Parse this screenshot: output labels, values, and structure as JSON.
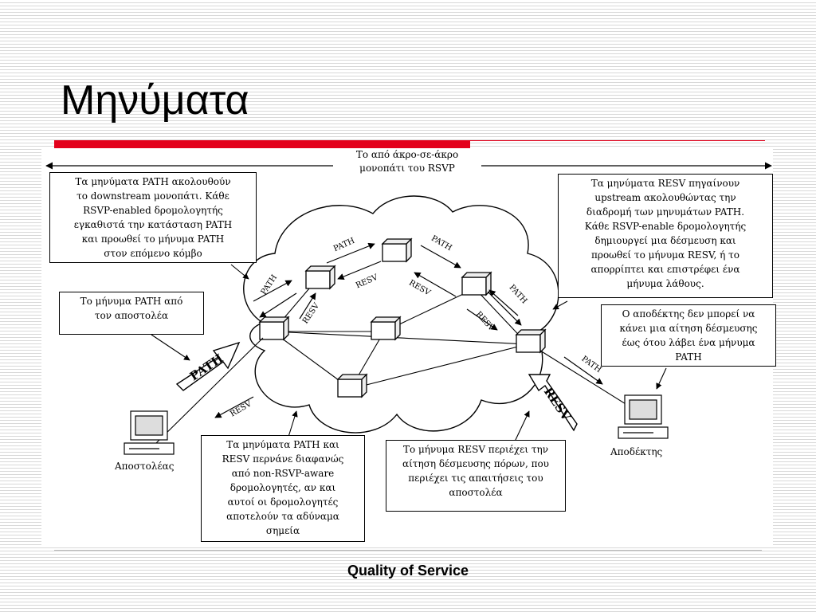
{
  "slide": {
    "title": "Μηνύματα",
    "footer": "Quality of Service"
  },
  "diagram": {
    "top_label": "Το από   άκρο-σε-άκρο\nμονοπάτι του RSVP",
    "box_path_downstream": "Τα μηνύματα PATH  ακολουθούν\nτο downstream μονοπάτι. Κάθε\nRSVP-enabled δρομολογητής\nεγκαθιστά την κατάσταση PATH\nκαι προωθεί το μήνυμα PATH\nστον επόμενο κόμβο",
    "box_resv_upstream": "Τα μηνύματα RESV πηγαίνουν\nupstream ακολουθώντας την\nδιαδρομή των μηνυμάτων PATH.\nΚάθε RSVP-enable δρομολογητής\nδημιουργεί μια δέσμευση και\nπροωθεί το μήνυμα RESV, ή το\nαπορρίπτει και επιστρέφει ένα\nμήνυμα λάθους.",
    "box_path_sender": "Το μήνυμα PATH από\nτον αποστολέα",
    "box_receiver": "Ο αποδέκτης δεν μπορεί να\nκάνει μια αίτηση δέσμευσης\nέως ότου λάβει ένα μήνυμα\nPATH",
    "box_non_rsvp": "Τα μηνύματα PATH και\nRESV περνάνε διαφανώς\nαπό non-RSVP-aware\nδρομολογητές, αν και\nαυτοί οι δρομολογητές\nαποτελούν τα αδύναμα\nσημεία",
    "box_resv_request": "Το μήνυμα RESV περιέχει την\nαίτηση δέσμευσης πόρων, που\nπεριέχει τις απαιτήσεις του\nαποστολέα",
    "sender_label": "Αποστολέας",
    "receiver_label": "Αποδέκτης",
    "path_label": "PATH",
    "resv_label": "RESV"
  }
}
